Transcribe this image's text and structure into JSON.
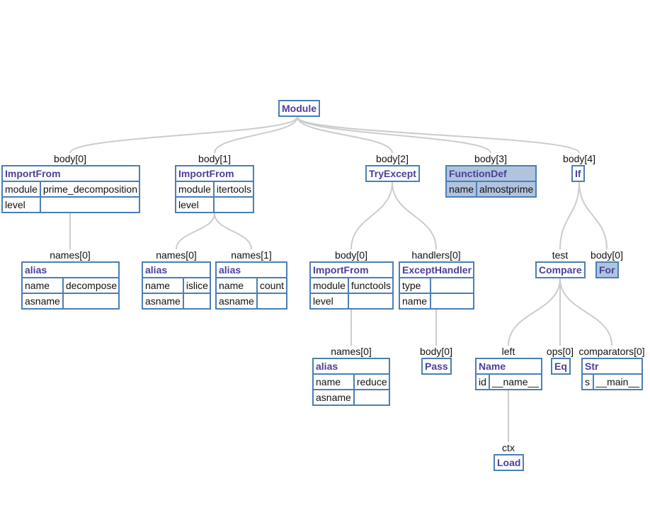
{
  "nodes": {
    "module": {
      "title": "Module"
    },
    "importfrom1": {
      "title": "ImportFrom",
      "rows": [
        [
          "module",
          "prime_decomposition"
        ],
        [
          "level",
          ""
        ]
      ]
    },
    "importfrom2": {
      "title": "ImportFrom",
      "rows": [
        [
          "module",
          "itertools"
        ],
        [
          "level",
          ""
        ]
      ]
    },
    "tryexcept": {
      "title": "TryExcept"
    },
    "functiondef": {
      "title": "FunctionDef",
      "rows": [
        [
          "name",
          "almostprime"
        ]
      ]
    },
    "if": {
      "title": "If"
    },
    "alias_decompose": {
      "title": "alias",
      "rows": [
        [
          "name",
          "decompose"
        ],
        [
          "asname",
          ""
        ]
      ]
    },
    "alias_islice": {
      "title": "alias",
      "rows": [
        [
          "name",
          "islice"
        ],
        [
          "asname",
          ""
        ]
      ]
    },
    "alias_count": {
      "title": "alias",
      "rows": [
        [
          "name",
          "count"
        ],
        [
          "asname",
          ""
        ]
      ]
    },
    "importfrom3": {
      "title": "ImportFrom",
      "rows": [
        [
          "module",
          "functools"
        ],
        [
          "level",
          ""
        ]
      ]
    },
    "excepthandler": {
      "title": "ExceptHandler",
      "rows": [
        [
          "type",
          ""
        ],
        [
          "name",
          ""
        ]
      ]
    },
    "compare": {
      "title": "Compare"
    },
    "for": {
      "title": "For"
    },
    "alias_reduce": {
      "title": "alias",
      "rows": [
        [
          "name",
          "reduce"
        ],
        [
          "asname",
          ""
        ]
      ]
    },
    "pass": {
      "title": "Pass"
    },
    "name": {
      "title": "Name",
      "rows": [
        [
          "id",
          "__name__"
        ]
      ]
    },
    "eq": {
      "title": "Eq"
    },
    "str": {
      "title": "Str",
      "rows": [
        [
          "s",
          "__main__"
        ]
      ]
    },
    "load": {
      "title": "Load"
    }
  },
  "edge_labels": {
    "body0": "body[0]",
    "body1": "body[1]",
    "body2": "body[2]",
    "body3": "body[3]",
    "body4": "body[4]",
    "names0_a": "names[0]",
    "names0_b": "names[0]",
    "names1_b": "names[1]",
    "try_body0": "body[0]",
    "handlers0": "handlers[0]",
    "test": "test",
    "if_body0": "body[0]",
    "names0_c": "names[0]",
    "handler_body0": "body[0]",
    "left": "left",
    "ops0": "ops[0]",
    "comparators0": "comparators[0]",
    "ctx": "ctx"
  },
  "selected_node": "functiondef",
  "colors": {
    "border": "#4a7fb5",
    "title": "#4b3f9a",
    "selected_fill": "#b0c4de",
    "edge": "#cccccc"
  }
}
